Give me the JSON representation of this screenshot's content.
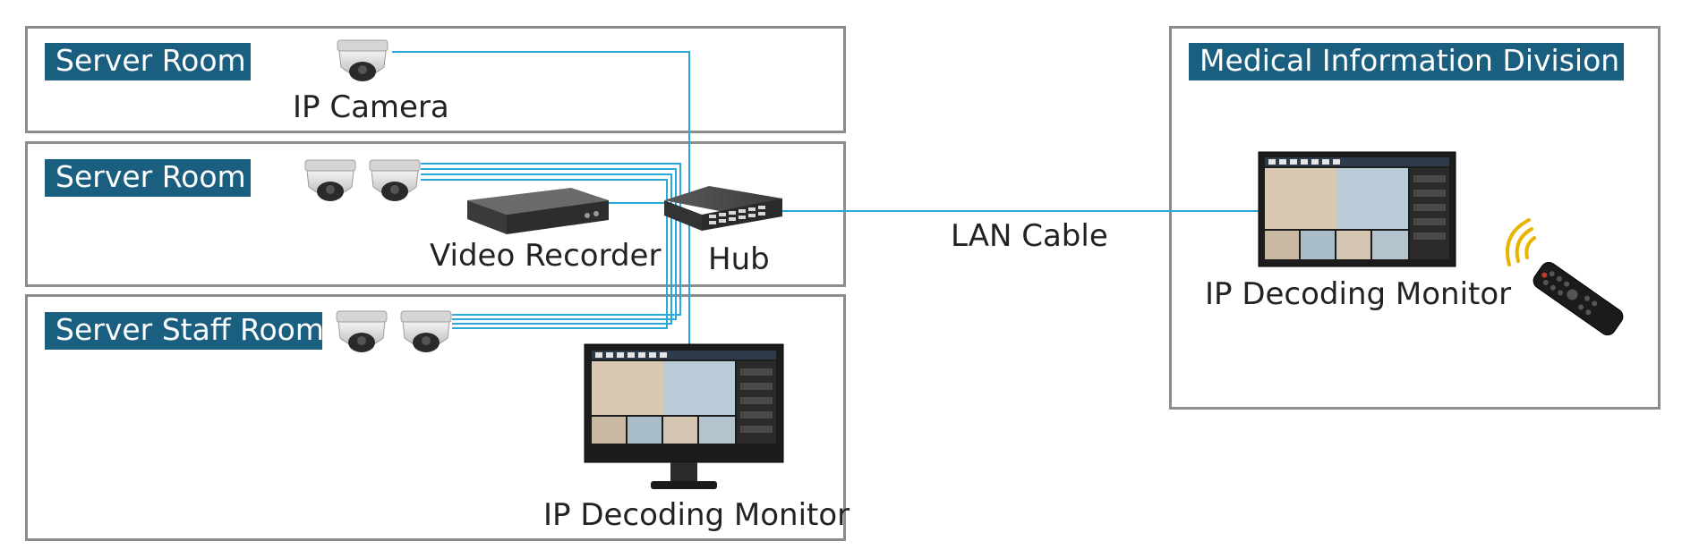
{
  "colors": {
    "cable": "#29a9d9",
    "room_label_bg": "#1a5f7f",
    "room_border": "#8c8c8c"
  },
  "rooms": [
    {
      "label": "Server Room"
    },
    {
      "label": "Server Room"
    },
    {
      "label": "Server Staff Room"
    },
    {
      "label": "Medical Information Division"
    }
  ],
  "devices": {
    "ip_camera": "IP Camera",
    "video_recorder": "Video Recorder",
    "hub": "Hub",
    "lan_cable": "LAN Cable",
    "monitor_staff": "IP Decoding Monitor",
    "monitor_medical": "IP Decoding Monitor"
  }
}
